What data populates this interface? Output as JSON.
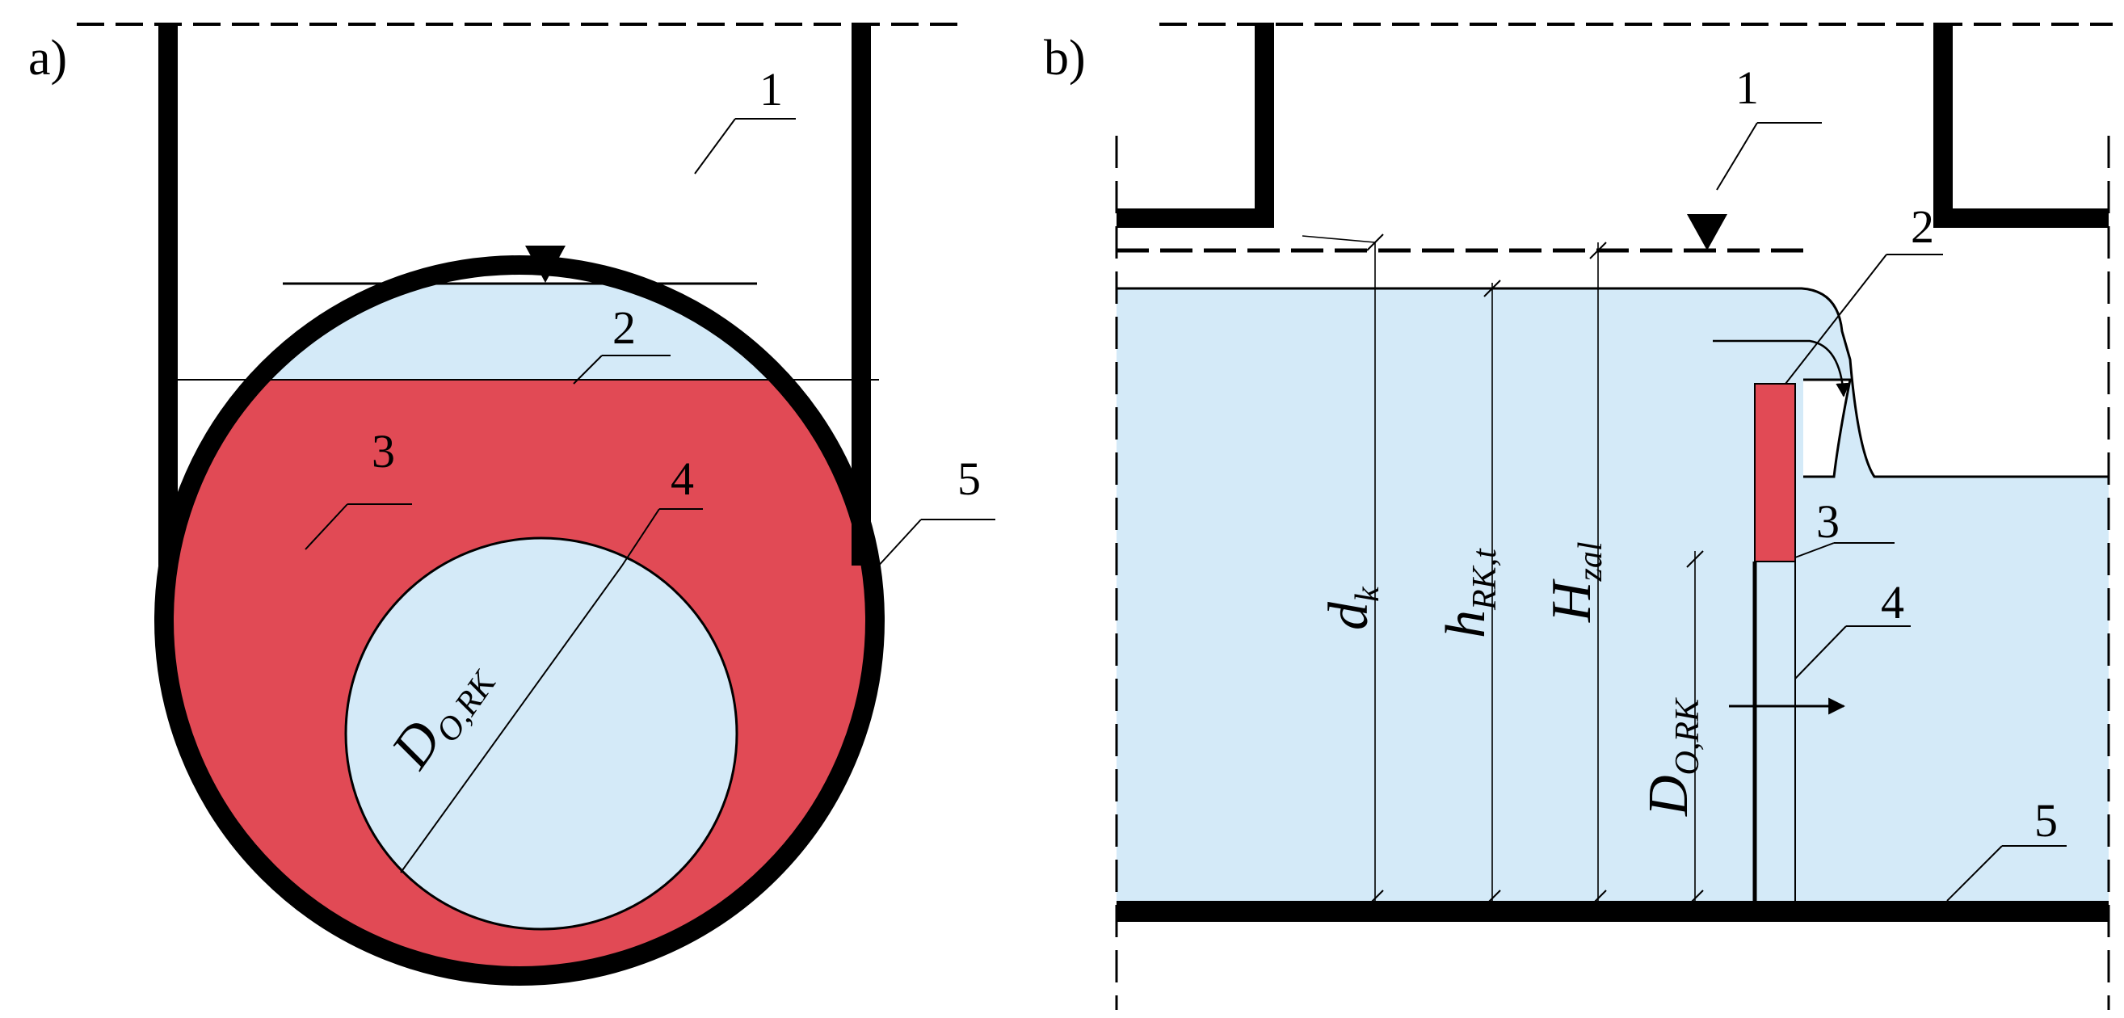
{
  "colors": {
    "water": "#d4eaf8",
    "gate": "#e14a55",
    "wall": "#000000"
  },
  "panels": {
    "a": {
      "label": "a)",
      "callouts": [
        "1",
        "2",
        "3",
        "4",
        "5"
      ],
      "diameter": {
        "main": "D",
        "sub": "O,RK"
      }
    },
    "b": {
      "label": "b)",
      "callouts": [
        "1",
        "2",
        "3",
        "4",
        "5"
      ],
      "dims": [
        {
          "main": "d",
          "sub": "k"
        },
        {
          "main": "h",
          "sub": "RK,t"
        },
        {
          "main": "H",
          "sub": "zal"
        },
        {
          "main": "D",
          "sub": "O,RK"
        }
      ]
    }
  }
}
